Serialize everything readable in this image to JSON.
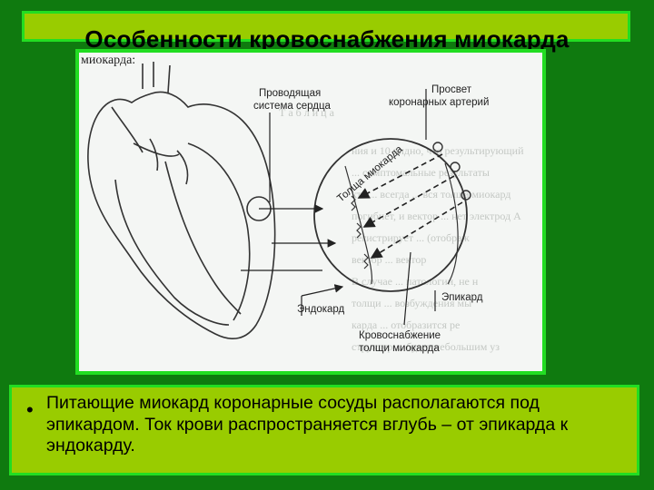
{
  "slide": {
    "title": "Особенности кровоснабжения миокарда",
    "bullet": "Питающие миокард коронарные сосуды располагаются под эпикардом. Ток крови распространяется вглубь – от эпикарда к эндокарду."
  },
  "figure": {
    "caption_fragment": "миокарда:",
    "labels": {
      "conduction_1": "Проводящая",
      "conduction_2": "система сердца",
      "lumen_1": "Просвет",
      "lumen_2": "коронарных артерий",
      "thickness": "Толща миокарда",
      "epicardium": "Эпикард",
      "endocardium": "Эндокард",
      "blood_supply_1": "Кровоснабжение",
      "blood_supply_2": "толщи миокарда"
    }
  },
  "colors": {
    "background": "#0f7a0f",
    "band": "#99cc00",
    "border": "#22dd22"
  }
}
